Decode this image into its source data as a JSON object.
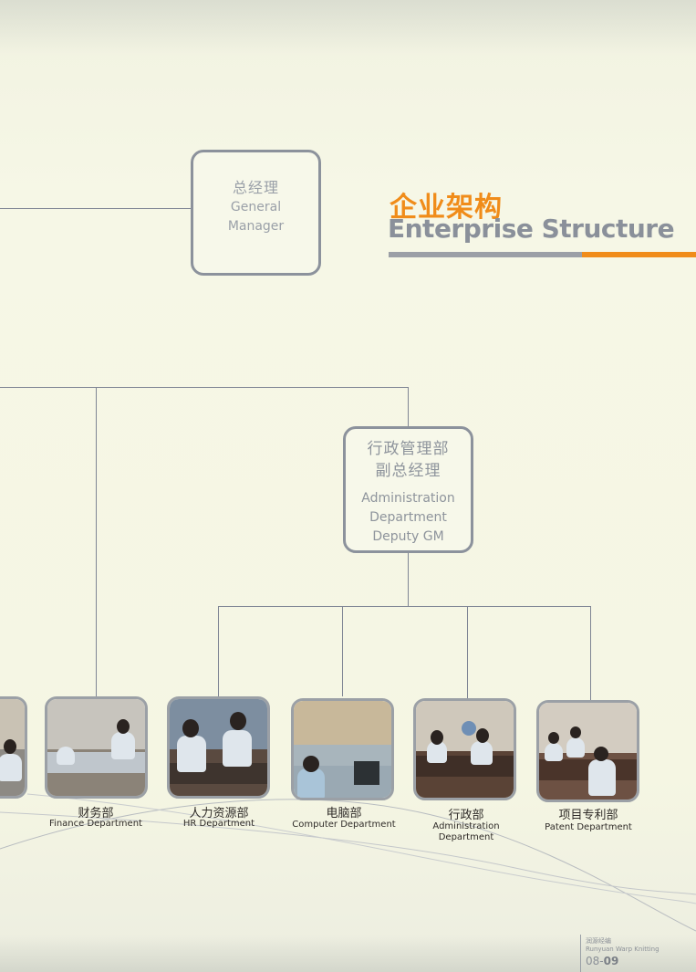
{
  "general_manager": {
    "zh": "总经理",
    "en1": "General",
    "en2": "Manager"
  },
  "heading": {
    "zh": "企业架构",
    "en": "Enterprise Structure"
  },
  "admin_box": {
    "zh1": "行政管理部",
    "zh2": "副总经理",
    "en1": "Administration",
    "en2": "Department",
    "en3": "Deputy GM"
  },
  "departments": [
    {
      "zh": "财务部",
      "en": "Finance Department"
    },
    {
      "zh": "人力资源部",
      "en": "HR Department"
    },
    {
      "zh": "电脑部",
      "en": "Computer Department"
    },
    {
      "zh": "行政部",
      "en": "Administration",
      "en2": "Department"
    },
    {
      "zh": "项目专利部",
      "en": "Patent Department"
    }
  ],
  "footer": {
    "company_zh": "润源经编",
    "company_en": "Runyuan Warp Knitting",
    "page_prefix": "08-",
    "page_current": "09"
  },
  "colors": {
    "accent_orange": "#f08c1a",
    "gray": "#8a909a",
    "line": "#7f8594"
  }
}
